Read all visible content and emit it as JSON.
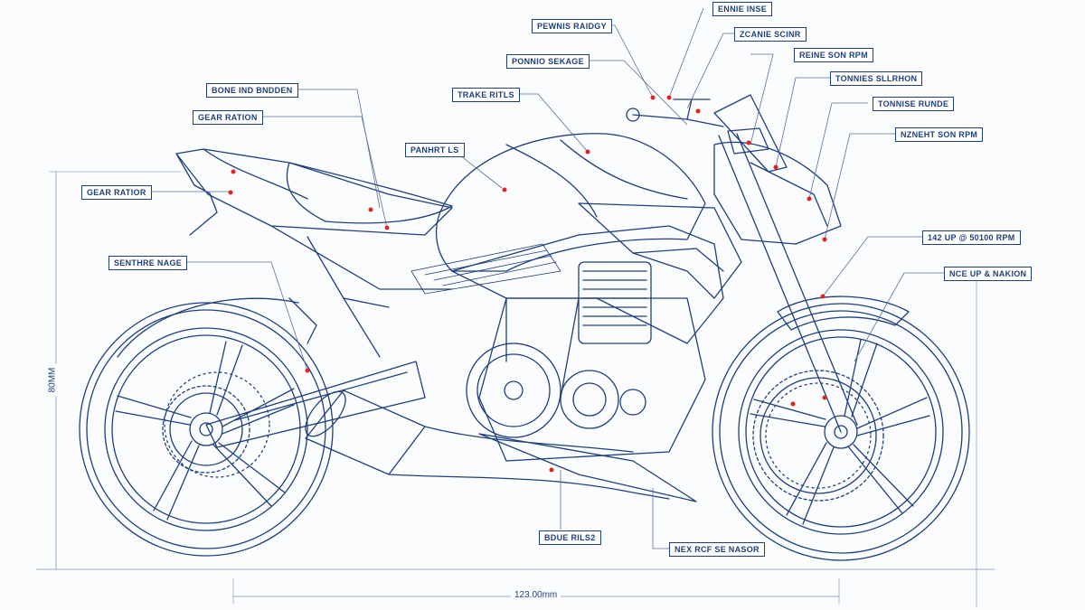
{
  "colors": {
    "ink": "#1e3f7c",
    "ink_light": "#9aa9c8",
    "marker": "#e02424",
    "paper": "#fbfcfe"
  },
  "callouts": [
    {
      "id": "c01",
      "text": "PEWNIS RAIDGY"
    },
    {
      "id": "c02",
      "text": "ENNIE INSE"
    },
    {
      "id": "c03",
      "text": "ZCANIE SCINR"
    },
    {
      "id": "c04",
      "text": "PONNIO SEKAGE"
    },
    {
      "id": "c05",
      "text": "REINE SON RPM"
    },
    {
      "id": "c06",
      "text": "TONNIES SLLRHON"
    },
    {
      "id": "c07",
      "text": "TONNISE RUNDE"
    },
    {
      "id": "c08",
      "text": "NZNEHT SON RPM"
    },
    {
      "id": "c09",
      "text": "BONE IND BNDDEN"
    },
    {
      "id": "c10",
      "text": "TRAKE RITLS"
    },
    {
      "id": "c11",
      "text": "GEAR RATION"
    },
    {
      "id": "c12",
      "text": "PANHRT LS"
    },
    {
      "id": "c13",
      "text": "GEAR RATIOR"
    },
    {
      "id": "c14",
      "text": "SENTHRE NAGE"
    },
    {
      "id": "c15",
      "text": "142 UP @ 50100 RPM"
    },
    {
      "id": "c16",
      "text": "NCE UP & NAKION"
    },
    {
      "id": "c17",
      "text": "BDUE RILS2"
    },
    {
      "id": "c18",
      "text": "NEX RCF SE NASOR"
    }
  ],
  "dimensions": {
    "length": "123.00mm",
    "height": "80MM"
  }
}
